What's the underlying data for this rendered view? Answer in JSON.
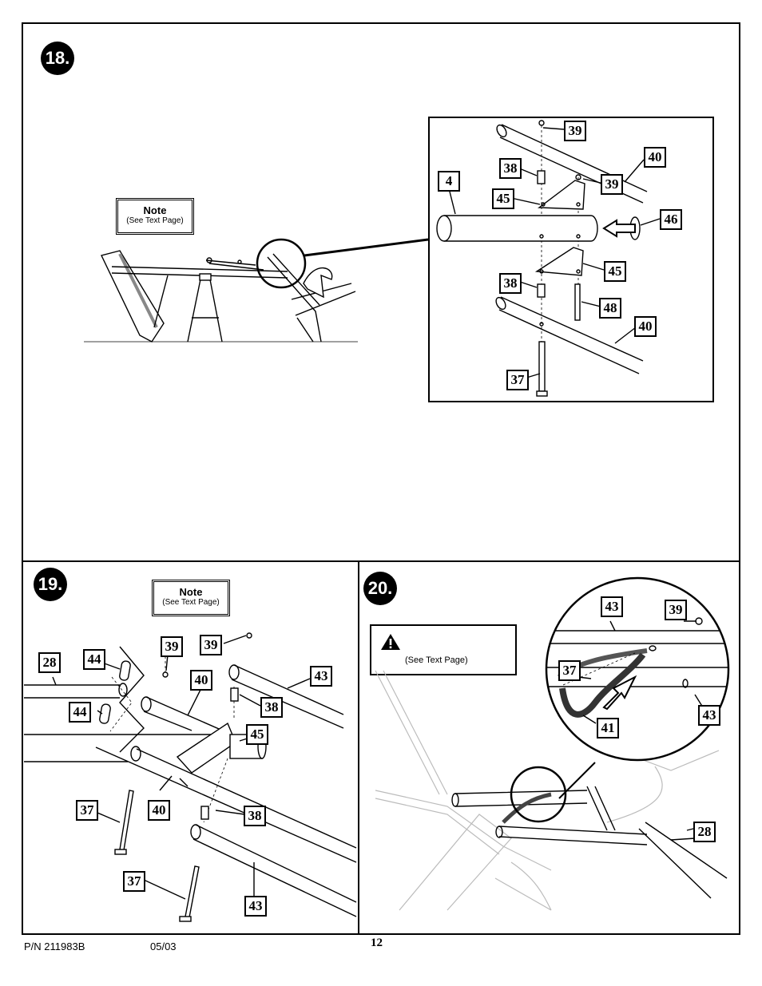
{
  "steps": {
    "s18": "18.",
    "s19": "19.",
    "s20": "20."
  },
  "notes": {
    "n18": {
      "title": "Note",
      "sub": "(See Text Page)"
    },
    "n19": {
      "title": "Note",
      "sub": "(See Text Page)"
    }
  },
  "warning": {
    "icon": "warning-triangle-icon",
    "sub": "(See Text Page)"
  },
  "labels18": [
    "39",
    "40",
    "38",
    "39",
    "4",
    "45",
    "46",
    "45",
    "38",
    "48",
    "40",
    "37"
  ],
  "labels19": [
    "28",
    "44",
    "39",
    "39",
    "43",
    "40",
    "38",
    "44",
    "45",
    "37",
    "40",
    "38",
    "37",
    "43"
  ],
  "labels20": [
    "43",
    "39",
    "37",
    "43",
    "41",
    "28"
  ],
  "footer": {
    "pn": "P/N 211983B",
    "date": "05/03",
    "page": "12"
  }
}
